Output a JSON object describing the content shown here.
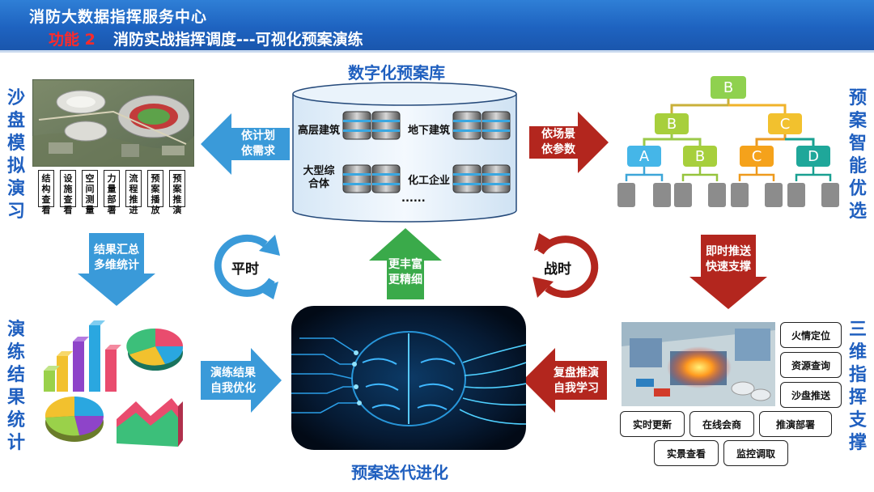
{
  "header": {
    "title": "消防大数据指挥服务中心",
    "func_label": "功能 2",
    "subtitle": "消防实战指挥调度---可视化预案演练"
  },
  "sections": {
    "sandbox": "沙盘模拟演习",
    "smart": "预案智能优选",
    "drill_stats": "演练结果统计",
    "command": "三维指挥支撑"
  },
  "database": {
    "title": "数字化预案库",
    "items": [
      "高层建筑",
      "地下建筑",
      "大型综合体",
      "化工企业",
      "......"
    ]
  },
  "evolution_title": "预案迭代进化",
  "sandbox_buttons": [
    "结构查看",
    "设施查看",
    "空间测量",
    "力量部署",
    "流程推进",
    "预案播放",
    "预案推演"
  ],
  "arrows": {
    "plan_need": [
      "依计划",
      "依需求"
    ],
    "scene_param": [
      "依场景",
      "依参数"
    ],
    "summary": [
      "结果汇总",
      "多维统计"
    ],
    "push": [
      "即时推送",
      "快速支撑"
    ],
    "richer": [
      "更丰富",
      "更精细"
    ],
    "drill_opt": [
      "演练结果",
      "自我优化"
    ],
    "replay": [
      "复盘推演",
      "自我学习"
    ]
  },
  "cycles": {
    "peace": "平时",
    "war": "战时"
  },
  "tree": {
    "root": "B",
    "level2": [
      "B",
      "C"
    ],
    "level3": [
      "A",
      "B",
      "C",
      "D"
    ],
    "colors": {
      "root": "#8fd14f",
      "yellow": "#f2c12e",
      "green": "#a7cf3c",
      "blue": "#45b6e8",
      "orange": "#f5a21b",
      "teal": "#1fa79a"
    }
  },
  "command_functions": [
    "火情定位",
    "资源查询",
    "沙盘推送",
    "实时更新",
    "在线会商",
    "推演部署",
    "实景查看",
    "监控调取"
  ],
  "colors": {
    "blue_arrow": "#3a9ad9",
    "red_arrow": "#b3261e",
    "green_arrow": "#3aaa4a",
    "title_blue": "#1f5fbf"
  }
}
